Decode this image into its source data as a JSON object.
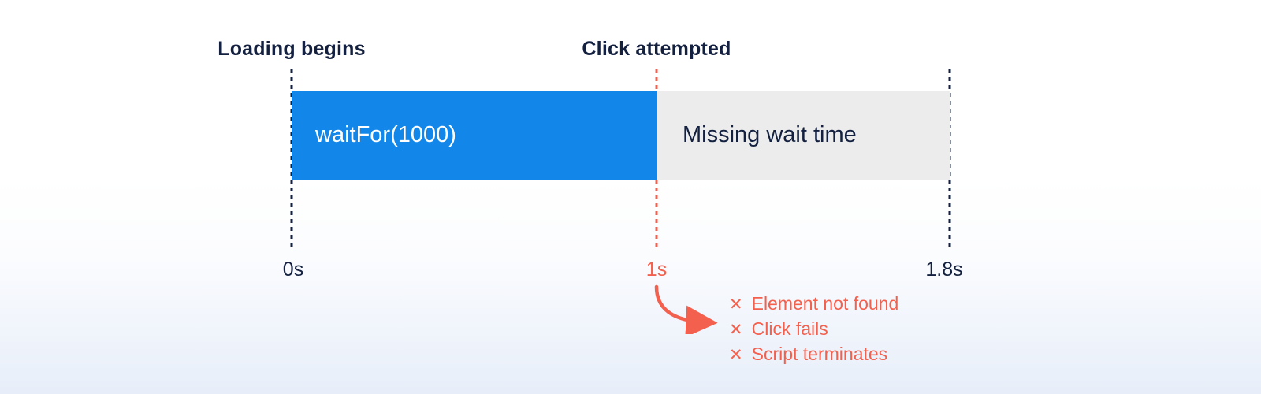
{
  "diagram": {
    "annotations": {
      "loading_begins": "Loading begins",
      "click_attempted": "Click attempted"
    },
    "bars": {
      "wait": {
        "label": "waitFor(1000)",
        "color": "#1287e9",
        "start_s": 0,
        "end_s": 1
      },
      "missing": {
        "label": "Missing wait time",
        "color": "#ececec",
        "start_s": 1,
        "end_s": 1.8
      }
    },
    "axis": {
      "ticks": [
        {
          "label": "0s",
          "color": "#13203f"
        },
        {
          "label": "1s",
          "color": "#f4604e"
        },
        {
          "label": "1.8s",
          "color": "#13203f"
        }
      ]
    },
    "errors": {
      "bullet": "✕",
      "items": [
        "Element not found",
        "Click fails",
        "Script terminates"
      ]
    },
    "colors": {
      "navy": "#13203f",
      "blue": "#1287e9",
      "gray": "#ececec",
      "coral": "#f4604e"
    }
  }
}
